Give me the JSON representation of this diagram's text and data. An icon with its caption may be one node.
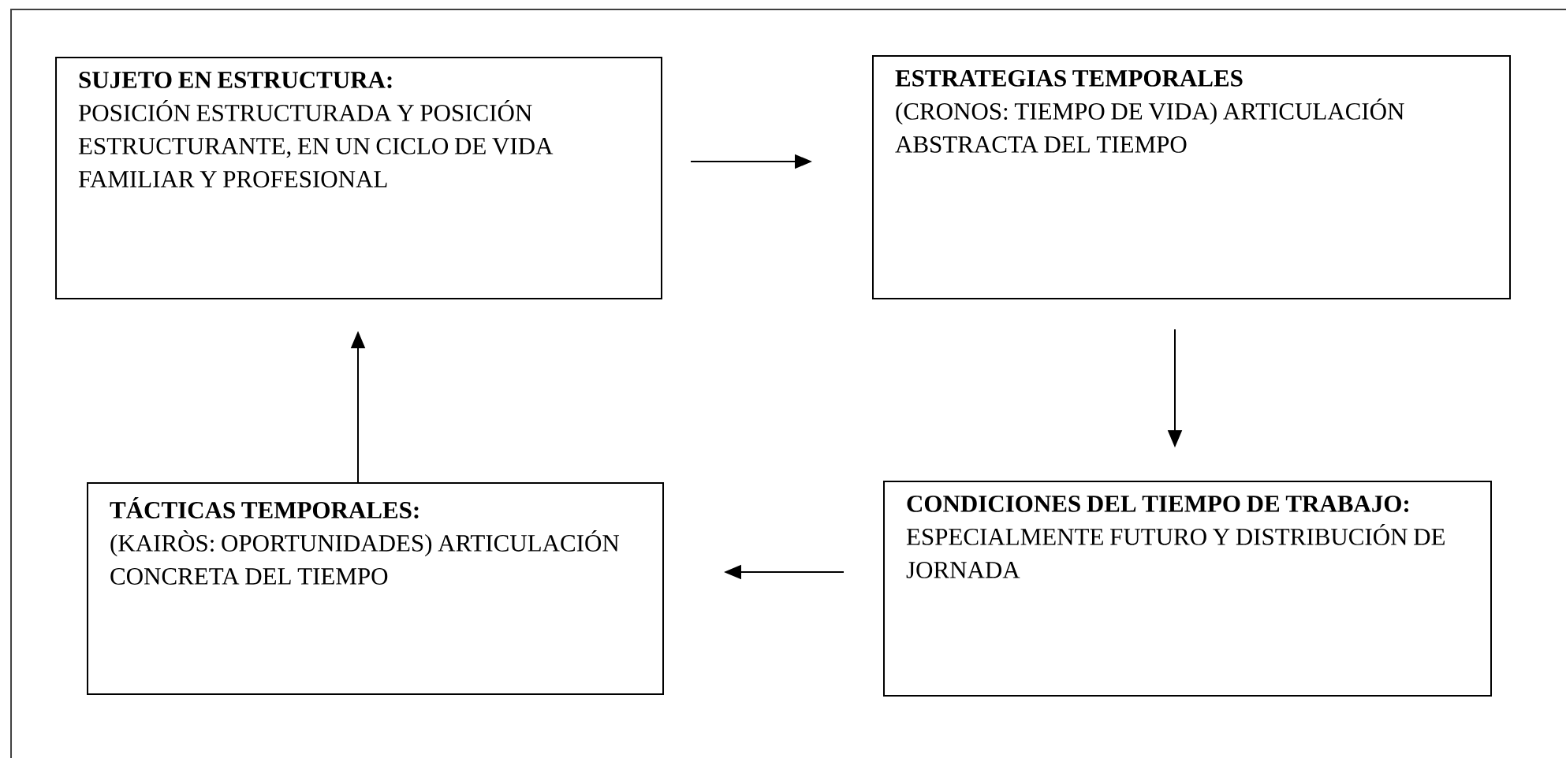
{
  "diagram": {
    "nodes": [
      {
        "text": [
          "SUJETO EN ESTRUCTURA:",
          "POSICIÓN ESTRUCTURADA Y POSICIÓN ESTRUCTURANTE, EN UN CICLO DE VIDA FAMILIAR Y PROFESIONAL"
        ]
      },
      {
        "text": [
          "ESTRATEGIAS TEMPORALES",
          "(CRONOS: TIEMPO DE VIDA) ARTICULACIÓN ABSTRACTA DEL TIEMPO"
        ]
      },
      {
        "text": [
          "TÁCTICAS TEMPORALES:",
          "(KAIRÒS: OPORTUNIDADES) ARTICULACIÓN CONCRETA DEL TIEMPO"
        ]
      },
      {
        "text": [
          "CONDICIONES DEL TIEMPO DE TRABAJO:",
          "ESPECIALMENTE FUTURO Y DISTRIBUCIÓN DE JORNADA"
        ]
      }
    ],
    "edges": [
      {
        "from": 0,
        "to": 1,
        "arrow": "to"
      },
      {
        "from": 1,
        "to": 3,
        "arrow": "to"
      },
      {
        "from": 3,
        "to": 2,
        "arrow": "to"
      },
      {
        "from": 2,
        "to": 0,
        "arrow": "to"
      }
    ]
  }
}
